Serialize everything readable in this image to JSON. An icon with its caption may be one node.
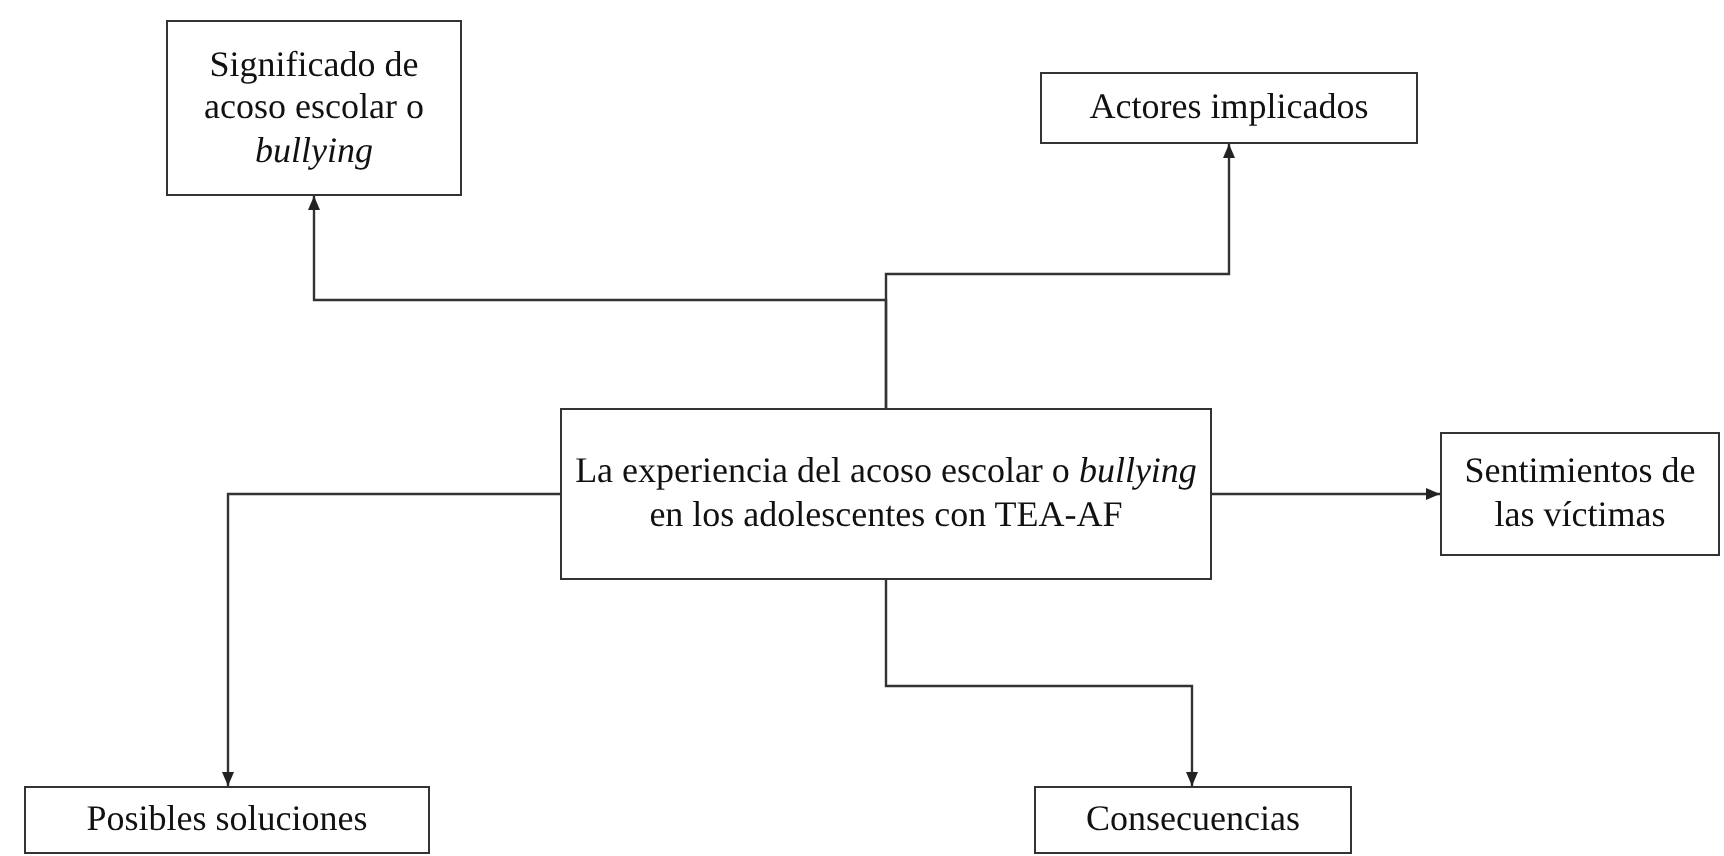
{
  "diagram": {
    "nodes": [
      {
        "text": [
          "Significado de acoso escolar o *bullying*"
        ]
      },
      {
        "text": [
          "Actores implicados"
        ]
      },
      {
        "text": [
          "La experiencia del acoso escolar o *bullying* en los adolescentes con TEA-AF"
        ]
      },
      {
        "text": [
          "Sentimientos de las víctimas"
        ]
      },
      {
        "text": [
          "Posibles soluciones"
        ]
      },
      {
        "text": [
          "Consecuencias"
        ]
      }
    ],
    "edges": [
      {
        "from": 2,
        "to": 0,
        "arrow": "to"
      },
      {
        "from": 2,
        "to": 1,
        "arrow": "to"
      },
      {
        "from": 2,
        "to": 3,
        "arrow": "to"
      },
      {
        "from": 2,
        "to": 4,
        "arrow": "to"
      },
      {
        "from": 2,
        "to": 5,
        "arrow": "to"
      }
    ]
  }
}
